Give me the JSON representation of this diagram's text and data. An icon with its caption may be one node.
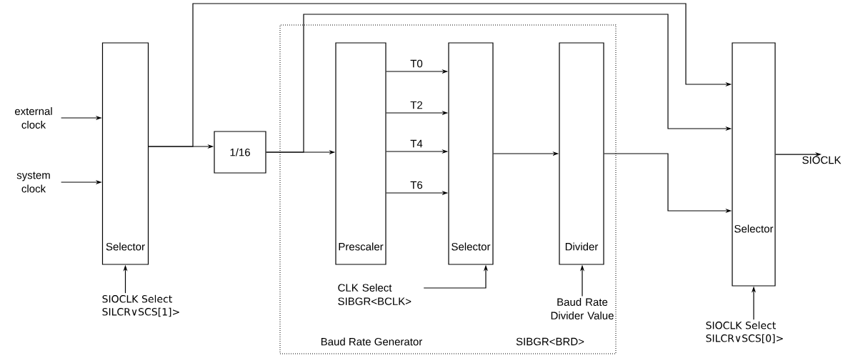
{
  "diagram": {
    "nodes": [
      {
        "text": [
          "external clock"
        ]
      },
      {
        "text": [
          "system clock"
        ]
      },
      {
        "text": [
          "Selector"
        ]
      },
      {
        "text": [
          "1/16"
        ]
      },
      {
        "text": [
          "Baud Rate Generator"
        ]
      },
      {
        "text": [
          "Prescaler"
        ],
        "in": 4
      },
      {
        "text": [
          "Selector"
        ],
        "in": 4
      },
      {
        "text": [
          "Divider"
        ],
        "in": 4
      },
      {
        "text": [
          "CLK Select SIBGR<BCLK>"
        ],
        "in": 4
      },
      {
        "text": [
          "Baud Rate Divider Value"
        ],
        "in": 4
      },
      {
        "text": [
          "Selector"
        ]
      },
      {
        "text": [
          "SIOCLK"
        ]
      },
      {
        "text": [
          "SIOCLK Select SILCR∨SCS[1]>"
        ]
      },
      {
        "text": [
          "SIOCLK Select SILCR∨SCS[0]>"
        ]
      }
    ],
    "edges": [
      {
        "from": 0,
        "to": 2,
        "arrow": "to"
      },
      {
        "from": 1,
        "to": 2,
        "arrow": "to"
      },
      {
        "from": 2,
        "to": 3,
        "arrow": "to"
      },
      {
        "from": 2,
        "to": 10,
        "arrow": "to"
      },
      {
        "from": 3,
        "to": 5,
        "arrow": "to"
      },
      {
        "from": 3,
        "to": 10,
        "arrow": "to"
      },
      {
        "from": 5,
        "to": 6,
        "arrow": "to",
        "label": "T0"
      },
      {
        "from": 5,
        "to": 6,
        "arrow": "to",
        "label": "T2"
      },
      {
        "from": 5,
        "to": 6,
        "arrow": "to",
        "label": "T4"
      },
      {
        "from": 5,
        "to": 6,
        "arrow": "to",
        "label": "T6"
      },
      {
        "from": 6,
        "to": 7,
        "arrow": "to"
      },
      {
        "from": 7,
        "to": 10,
        "arrow": "to"
      },
      {
        "from": 12,
        "to": 2,
        "arrow": "to"
      },
      {
        "from": 13,
        "to": 10,
        "arrow": "to"
      },
      {
        "from": 8,
        "to": 6,
        "arrow": "to"
      },
      {
        "from": 9,
        "to": 7,
        "arrow": "to"
      },
      {
        "from": 10,
        "to": 11,
        "arrow": "to"
      }
    ],
    "labels": [
      "SIBGR<BRD>"
    ]
  }
}
